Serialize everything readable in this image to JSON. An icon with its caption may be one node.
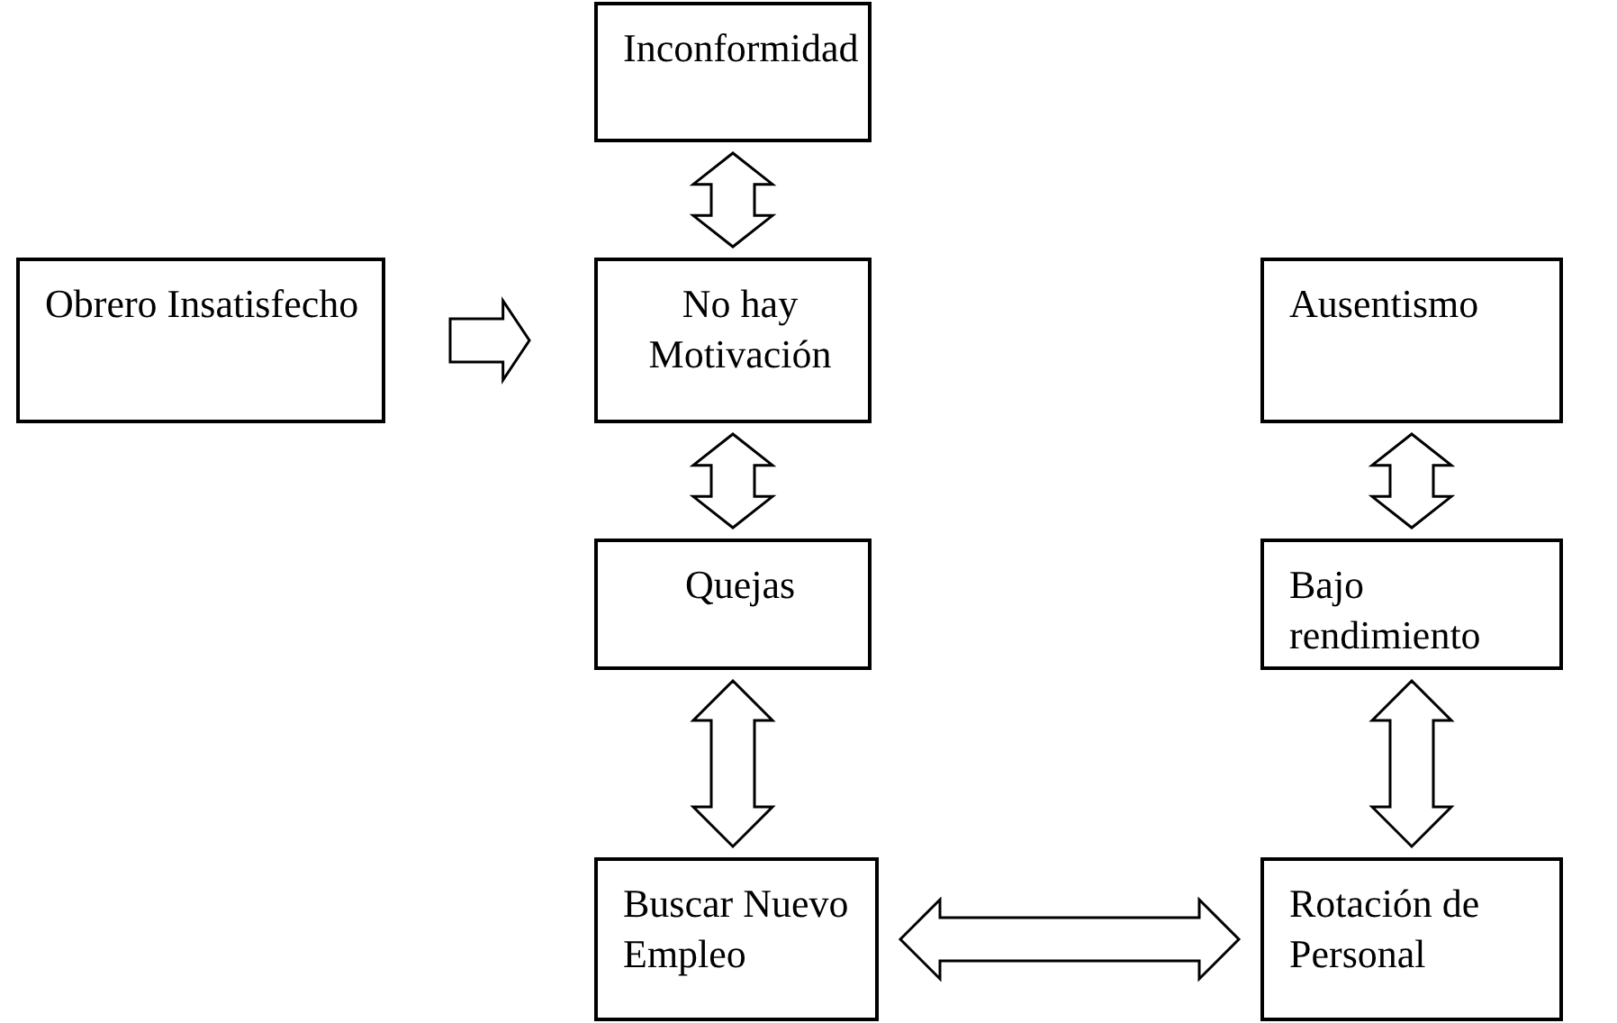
{
  "diagram": {
    "nodes": [
      {
        "text": [
          "Inconformidad"
        ]
      },
      {
        "text": [
          "Obrero Insatisfecho"
        ]
      },
      {
        "text": [
          "No hay Motivación"
        ]
      },
      {
        "text": [
          "Ausentismo"
        ]
      },
      {
        "text": [
          "Quejas"
        ]
      },
      {
        "text": [
          "Bajo rendimiento"
        ]
      },
      {
        "text": [
          "Buscar Nuevo Empleo"
        ]
      },
      {
        "text": [
          "Rotación de Personal"
        ]
      }
    ],
    "edges": [
      {
        "from": 0,
        "to": 2,
        "arrow": "both"
      },
      {
        "from": 1,
        "to": 2,
        "arrow": "to"
      },
      {
        "from": 2,
        "to": 4,
        "arrow": "both"
      },
      {
        "from": 3,
        "to": 5,
        "arrow": "both"
      },
      {
        "from": 4,
        "to": 6,
        "arrow": "both"
      },
      {
        "from": 5,
        "to": 7,
        "arrow": "both"
      },
      {
        "from": 6,
        "to": 7,
        "arrow": "both"
      }
    ]
  }
}
